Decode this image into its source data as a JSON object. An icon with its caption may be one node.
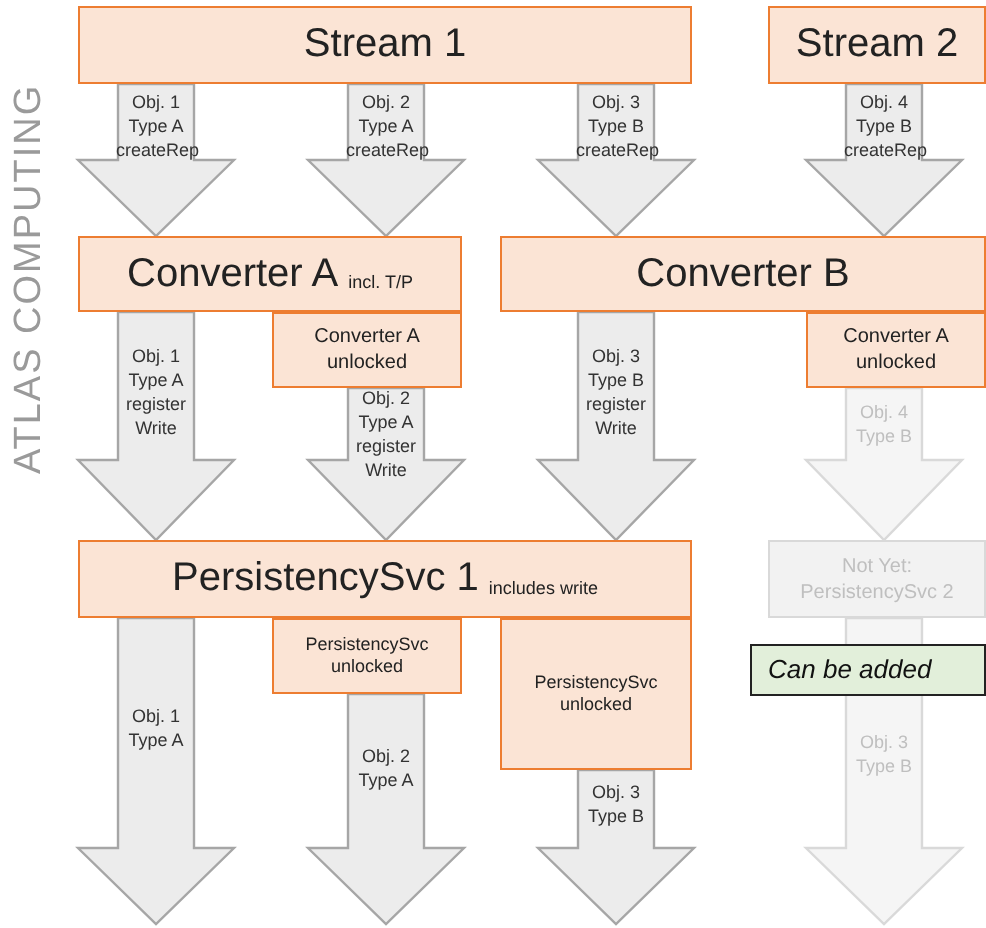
{
  "diagram": {
    "nodes": [
      {
        "text": [
          "Stream 1"
        ]
      },
      {
        "text": [
          "Stream 2"
        ]
      },
      {
        "text": [
          "Converter A",
          "incl. T/P"
        ]
      },
      {
        "text": [
          "Converter B"
        ]
      },
      {
        "text": [
          "Converter A unlocked"
        ]
      },
      {
        "text": [
          "Converter A unlocked"
        ]
      },
      {
        "text": [
          "PersistencySvc 1",
          "includes write"
        ]
      },
      {
        "text": [
          "Not Yet: PersistencySvc 2"
        ]
      },
      {
        "text": [
          "Can be added"
        ]
      },
      {
        "text": [
          "PersistencySvc unlocked"
        ]
      },
      {
        "text": [
          "PersistencySvc unlocked"
        ]
      }
    ],
    "edges": [
      {
        "from": 0,
        "to": 2,
        "arrow": "to",
        "label": "Obj. 1 Type A createRep"
      },
      {
        "from": 0,
        "to": 2,
        "arrow": "to",
        "label": "Obj. 2 Type A createRep"
      },
      {
        "from": 0,
        "to": 3,
        "arrow": "to",
        "label": "Obj. 3 Type B createRep"
      },
      {
        "from": 1,
        "to": 3,
        "arrow": "to",
        "label": "Obj. 4 Type B createRep"
      },
      {
        "from": 2,
        "to": 6,
        "arrow": "to",
        "label": "Obj. 1 Type A register Write"
      },
      {
        "from": 4,
        "to": 6,
        "arrow": "to",
        "label": "Obj. 2 Type A register Write"
      },
      {
        "from": 3,
        "to": 6,
        "arrow": "to",
        "label": "Obj. 3 Type B register Write"
      },
      {
        "from": 5,
        "to": 7,
        "arrow": "to",
        "label": "Obj. 4 Type B",
        "color": "#d9d9d9"
      },
      {
        "from": 6,
        "to": null,
        "arrow": "to",
        "label": "Obj. 1 Type A"
      },
      {
        "from": 9,
        "to": null,
        "arrow": "to",
        "label": "Obj. 2 Type A"
      },
      {
        "from": 10,
        "to": null,
        "arrow": "to",
        "label": "Obj. 3 Type B"
      },
      {
        "from": 7,
        "to": null,
        "arrow": "to",
        "label": "Obj. 3 Type B",
        "color": "#d9d9d9"
      }
    ],
    "labels": [
      "ATLAS COMPUTING"
    ]
  }
}
